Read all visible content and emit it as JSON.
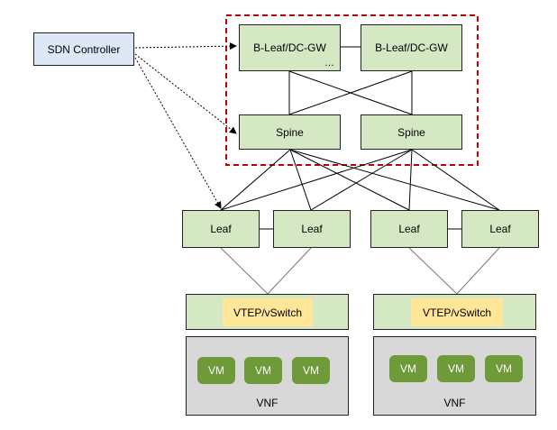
{
  "sdn_controller": "SDN Controller",
  "border_leafs": [
    "B-Leaf/DC-GW",
    "B-Leaf/DC-GW"
  ],
  "border_ellipsis": "…",
  "spines": [
    "Spine",
    "Spine"
  ],
  "leafs": [
    "Leaf",
    "Leaf",
    "Leaf",
    "Leaf"
  ],
  "vteps": [
    "VTEP/vSwitch",
    "VTEP/vSwitch"
  ],
  "vnfs": [
    {
      "label": "VNF",
      "vms": [
        "VM",
        "VM",
        "VM"
      ]
    },
    {
      "label": "VNF",
      "vms": [
        "VM",
        "VM",
        "VM"
      ]
    }
  ],
  "colors": {
    "node_green": "#d5e8c4",
    "controller_blue": "#dde8f6",
    "vtep_yellow": "#ffe699",
    "vm_green": "#6e9a3a",
    "vnf_gray": "#d8d8d8",
    "boundary_red": "#c00000"
  }
}
